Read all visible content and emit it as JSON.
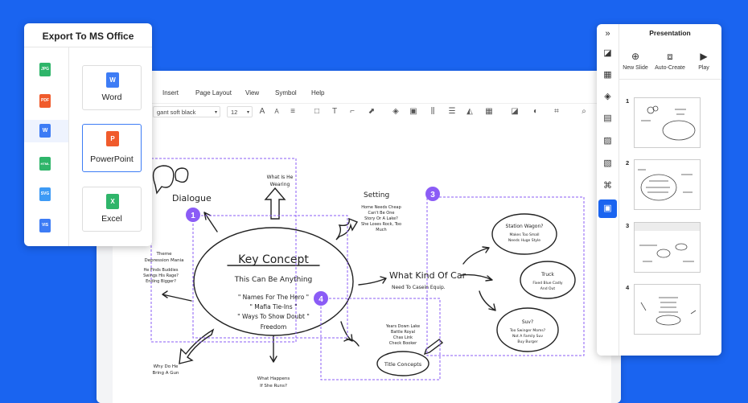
{
  "editor": {
    "menu": [
      "Insert",
      "Page Layout",
      "View",
      "Symbol",
      "Help"
    ],
    "font_name": "gant soft black",
    "font_size": "12"
  },
  "canvas": {
    "center_title": "Key Concept",
    "center_subtitle": "This Can Be Anything",
    "center_items": [
      "\" Names For The Hero \"",
      "\" Mafia Tie-Ins \"",
      "\" Ways To Show Doubt \"",
      "Freedom"
    ],
    "dialogue": "Dialogue",
    "what_is_he_wearing": [
      "What Is He",
      "Wearing"
    ],
    "setting": "Setting",
    "setting_notes": [
      "Home Needs Cheap",
      "Can't Be One",
      "Story Or A Lake?",
      "She Loses Rock, Too",
      "Much"
    ],
    "theme": [
      "Theme",
      "Depression Mania"
    ],
    "theme_notes": [
      "He Finds Buddies",
      "Swings His Rage?",
      "Ending Bigger?"
    ],
    "car_title": "What Kind Of Car",
    "car_sub": "Need To Casein Equip.",
    "station_wagon": [
      "Station Wagon?",
      "Makes Too Small",
      "Needs Huge Style"
    ],
    "truck": [
      "Truck",
      "Fixed Blue Cadly",
      "And Out"
    ],
    "suv": [
      "Suv?",
      "Too Swinger Moms?",
      "Not A Family Suv",
      "Buy Burger"
    ],
    "why_gun": [
      "Why Do He",
      "Bring A Gun"
    ],
    "what_happens": [
      "What Happens",
      "If She Runs?"
    ],
    "title_notes": [
      "Years Down Lake",
      "Battle Royal",
      "Chas Link",
      "Check Booker"
    ],
    "title_concepts": "Title Concepts",
    "badges": [
      "1",
      "3",
      "4"
    ]
  },
  "export_panel": {
    "title": "Export To MS Office",
    "formats": [
      {
        "tag": "JPG",
        "color": "#2fb56a"
      },
      {
        "tag": "PDF",
        "color": "#f05b2c"
      },
      {
        "tag": "W",
        "color": "#3d7cf5"
      },
      {
        "tag": "HTML",
        "color": "#2fb56a"
      },
      {
        "tag": "SVG",
        "color": "#3d9af5"
      },
      {
        "tag": "VIS",
        "color": "#3d7cf5"
      }
    ],
    "cards": [
      {
        "label": "Word",
        "letter": "W",
        "color": "#3d7cf5"
      },
      {
        "label": "PowerPoint",
        "letter": "P",
        "color": "#f05b2c"
      },
      {
        "label": "Excel",
        "letter": "X",
        "color": "#2fb56a"
      }
    ]
  },
  "presentation_panel": {
    "title": "Presentation",
    "actions": [
      {
        "label": "New Slide",
        "icon": "plus-circle-icon"
      },
      {
        "label": "Auto-Create",
        "icon": "auto-create-icon"
      },
      {
        "label": "Play",
        "icon": "play-icon"
      }
    ],
    "slides": [
      "1",
      "2",
      "3",
      "4"
    ]
  },
  "colors": {
    "background": "#1a64f0",
    "accent": "#3d7cf5",
    "badge": "#8b5cf6"
  }
}
